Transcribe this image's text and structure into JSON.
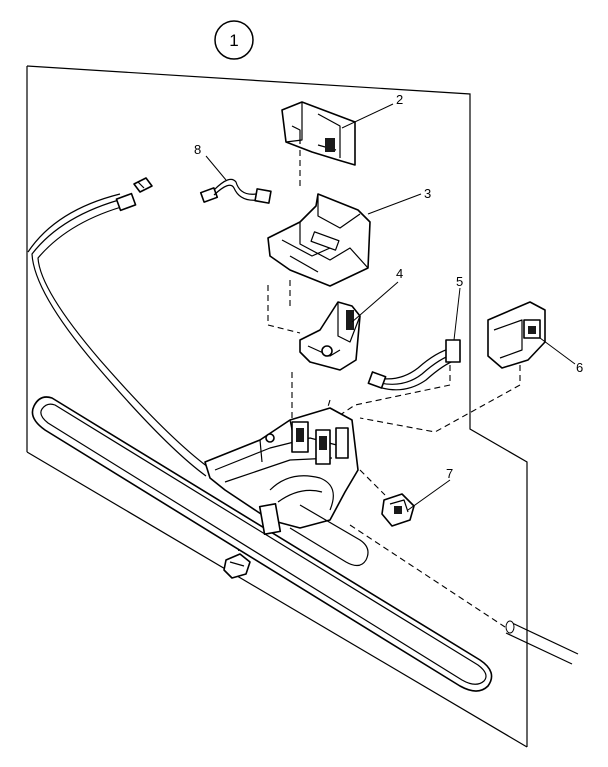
{
  "assembly": {
    "number": "1"
  },
  "callouts": [
    {
      "id": "callout-2",
      "label": "2"
    },
    {
      "id": "callout-3",
      "label": "3"
    },
    {
      "id": "callout-4",
      "label": "4"
    },
    {
      "id": "callout-5",
      "label": "5"
    },
    {
      "id": "callout-6",
      "label": "6"
    },
    {
      "id": "callout-7",
      "label": "7"
    },
    {
      "id": "callout-8",
      "label": "8"
    }
  ]
}
